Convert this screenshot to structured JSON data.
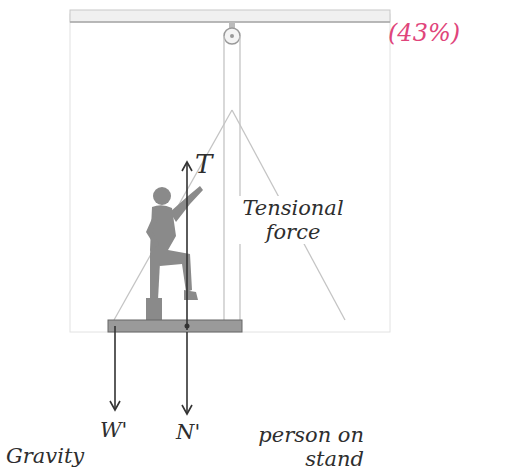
{
  "diagram": {
    "labels": [
      "(43%)",
      "T",
      "Tensional force",
      "W'",
      "Gravity",
      "N'",
      "person on stand"
    ]
  }
}
